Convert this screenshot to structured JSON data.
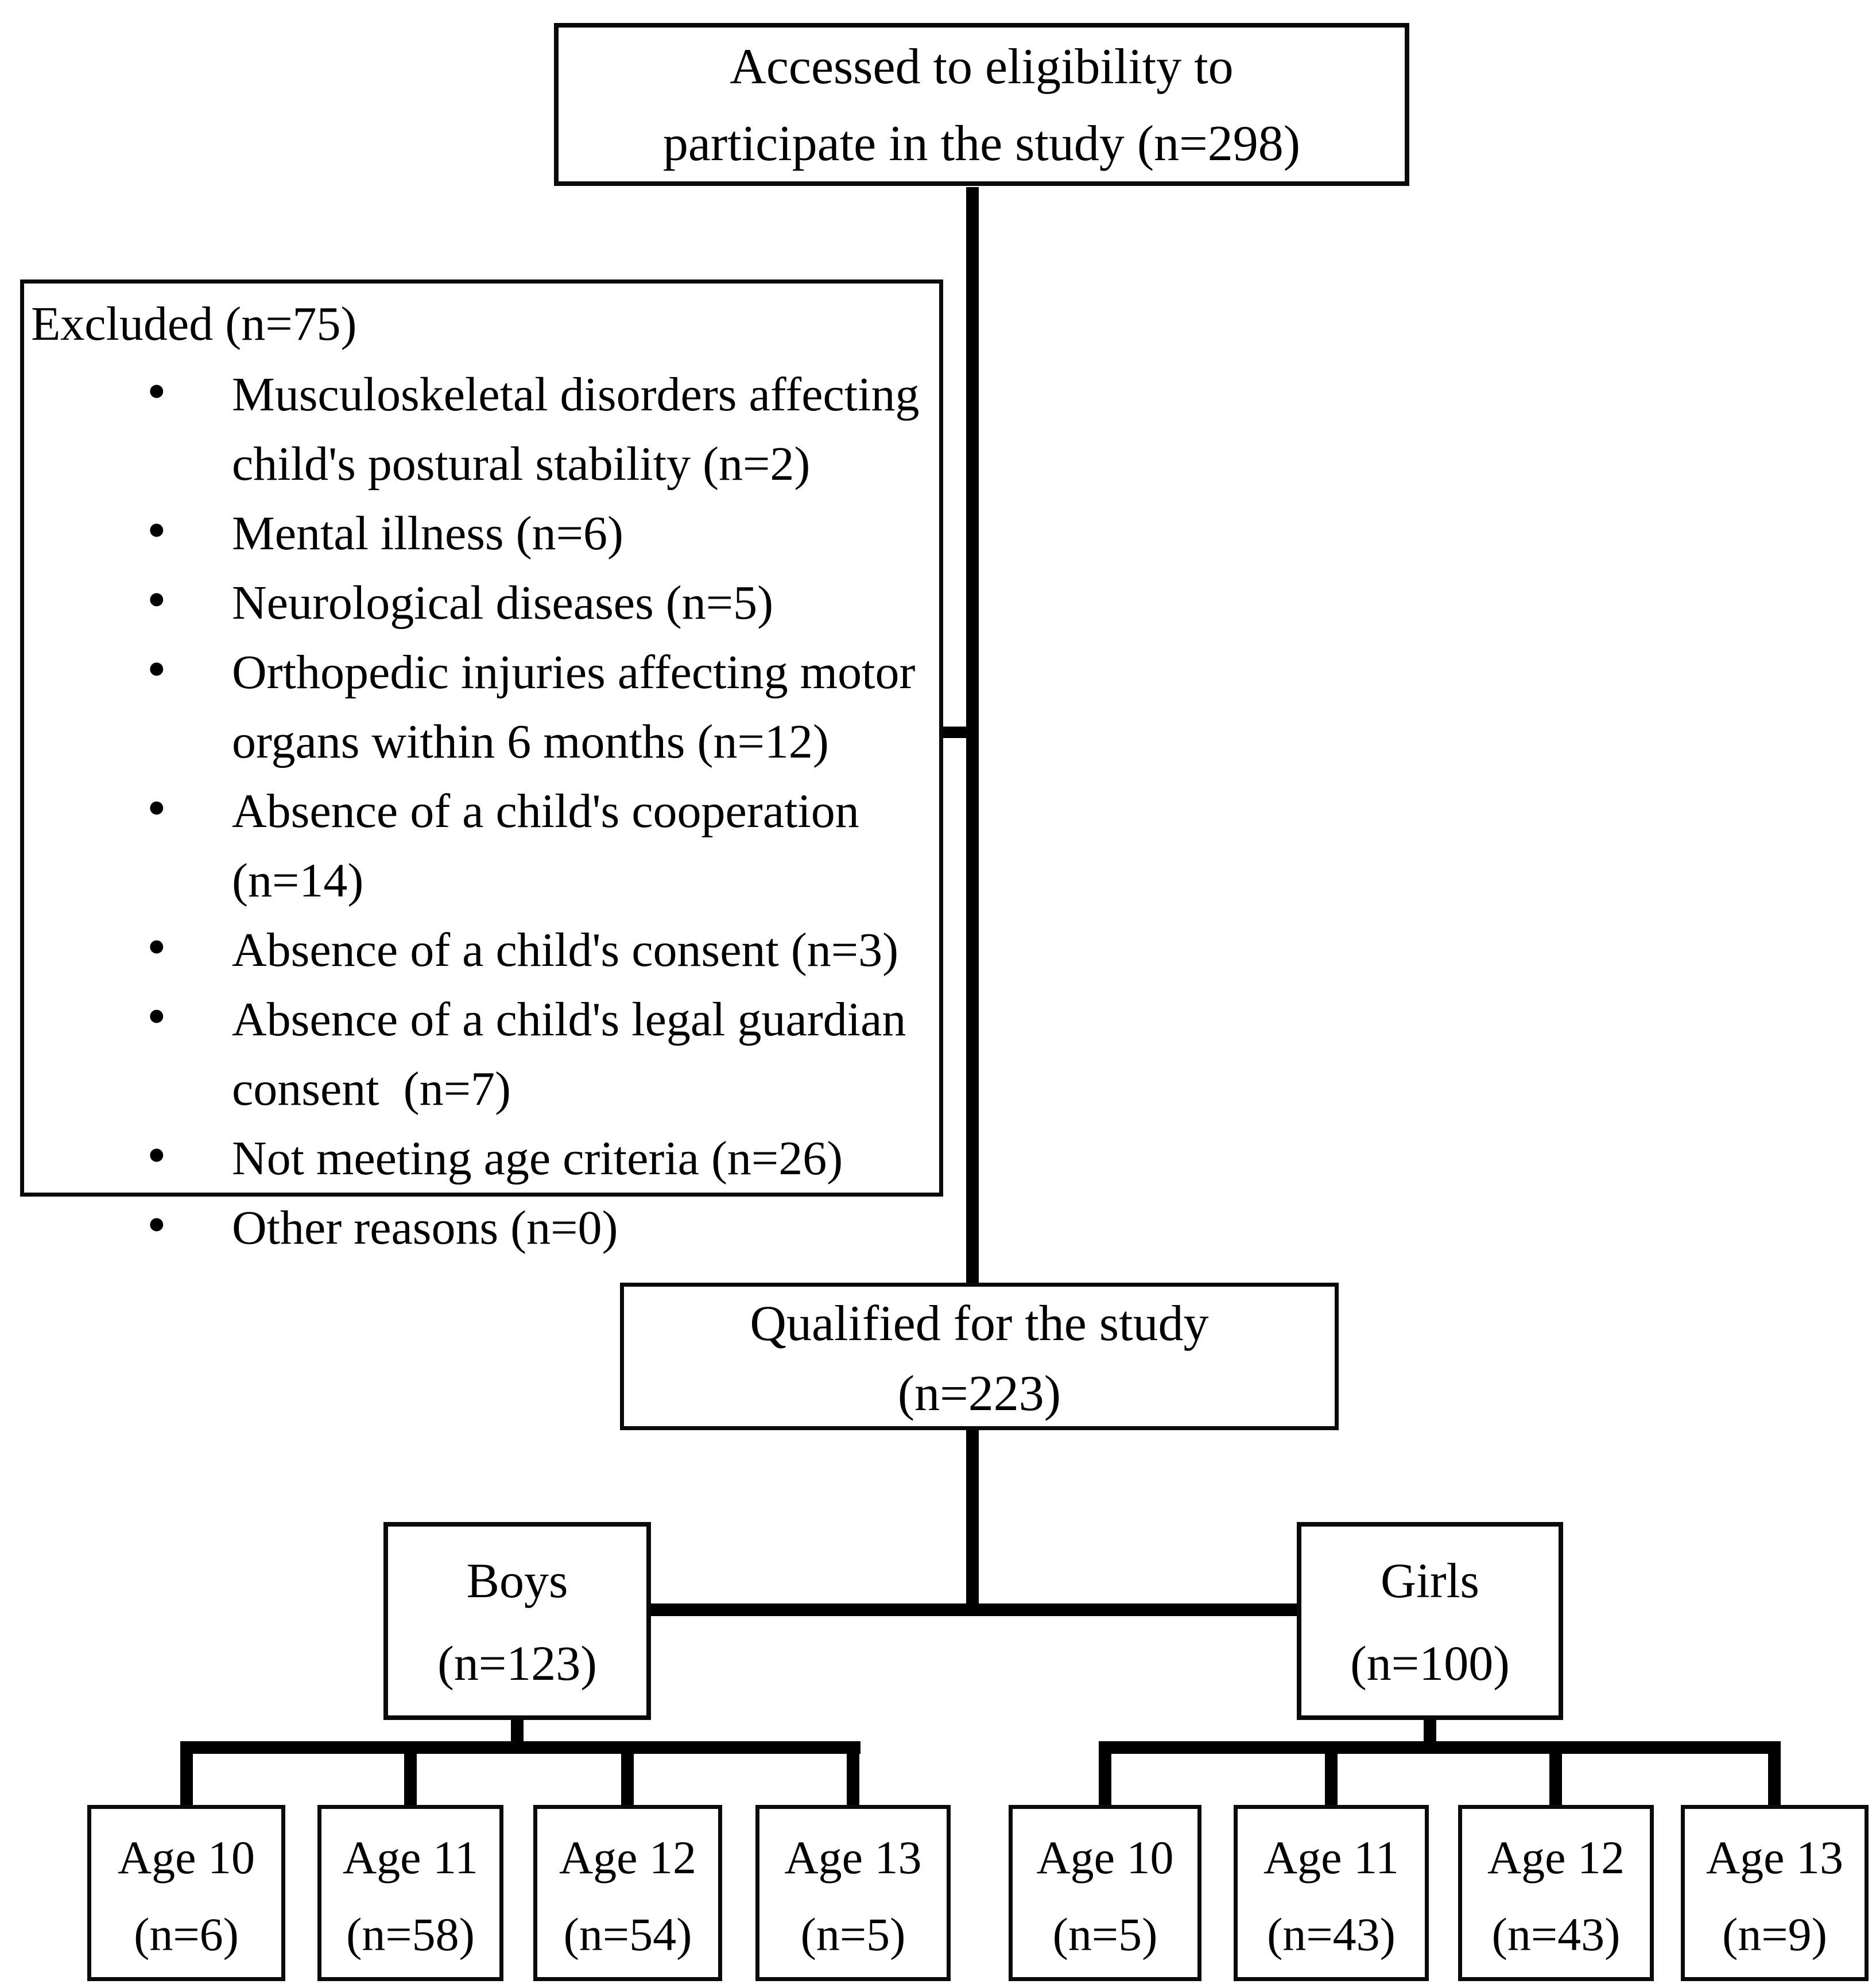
{
  "title_box": {
    "line1": "Accessed to eligibility to",
    "line2": "participate in the study (n=298)"
  },
  "excluded": {
    "title": "Excluded (n=75)",
    "items": [
      {
        "lines": [
          "Musculoskeletal disorders affecting",
          "child's postural stability (n=2)"
        ]
      },
      {
        "lines": [
          "Mental illness (n=6)"
        ]
      },
      {
        "lines": [
          "Neurological diseases (n=5)"
        ]
      },
      {
        "lines": [
          "Orthopedic injuries affecting motor",
          "organs within 6 months (n=12)"
        ]
      },
      {
        "lines": [
          "Absence of a child's cooperation",
          "(n=14)"
        ]
      },
      {
        "lines": [
          "Absence of a child's consent (n=3)"
        ]
      },
      {
        "lines": [
          "Absence of a child's legal guardian",
          "consent  (n=7)"
        ]
      },
      {
        "lines": [
          "Not meeting age criteria (n=26)"
        ]
      },
      {
        "lines": [
          "Other reasons (n=0)"
        ]
      }
    ]
  },
  "qualified": {
    "line1": "Qualified for the study",
    "line2": "(n=223)"
  },
  "boys": {
    "label": "Boys",
    "n": "(n=123)"
  },
  "girls": {
    "label": "Girls",
    "n": "(n=100)"
  },
  "ages": {
    "boys": [
      {
        "label": "Age 10",
        "n": "(n=6)"
      },
      {
        "label": "Age 11",
        "n": "(n=58)"
      },
      {
        "label": "Age 12",
        "n": "(n=54)"
      },
      {
        "label": "Age 13",
        "n": "(n=5)"
      }
    ],
    "girls": [
      {
        "label": "Age 10",
        "n": "(n=5)"
      },
      {
        "label": "Age 11",
        "n": "(n=43)"
      },
      {
        "label": "Age 12",
        "n": "(n=43)"
      },
      {
        "label": "Age 13",
        "n": "(n=9)"
      }
    ]
  },
  "colors": {
    "background": "#ffffff",
    "border": "#0a0a0a",
    "line": "#000000",
    "text": "#000000"
  }
}
